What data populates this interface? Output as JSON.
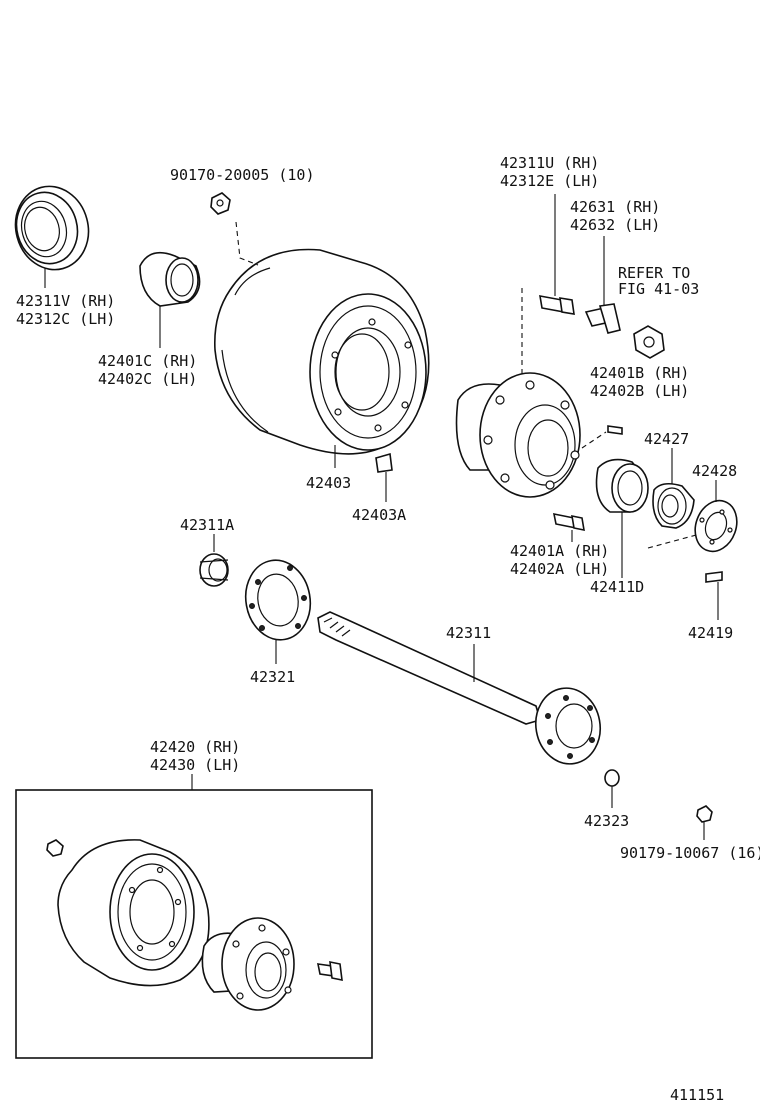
{
  "labels": {
    "nut_90170": "90170-20005 (10)",
    "stud_rh": "42311U (RH)",
    "stud_lh": "42312E (LH)",
    "hub_stud2_rh": "42631 (RH)",
    "hub_stud2_lh": "42632 (LH)",
    "refer_1": "REFER TO",
    "refer_2": "FIG 41-03",
    "seal_rh": "42311V (RH)",
    "seal_lh": "42312C (LH)",
    "cup_rh": "42401C (RH)",
    "cup_lh": "42402C (LH)",
    "pin_rh": "42401B (RH)",
    "pin_lh": "42402B (LH)",
    "drum": "42403",
    "plug": "42403A",
    "nut_42427": "42427",
    "washer_42428": "42428",
    "bearing_42311A": "42311A",
    "hubstud_rh": "42401A (RH)",
    "hubstud_lh": "42402A (LH)",
    "bearing_42411D": "42411D",
    "screw_42419": "42419",
    "shaft": "42311",
    "gasket": "42321",
    "assy_rh": "42420 (RH)",
    "assy_lh": "42430 (LH)",
    "cone_42323": "42323",
    "nut_90179": "90179-10067 (16)",
    "figure_no": "411151"
  }
}
